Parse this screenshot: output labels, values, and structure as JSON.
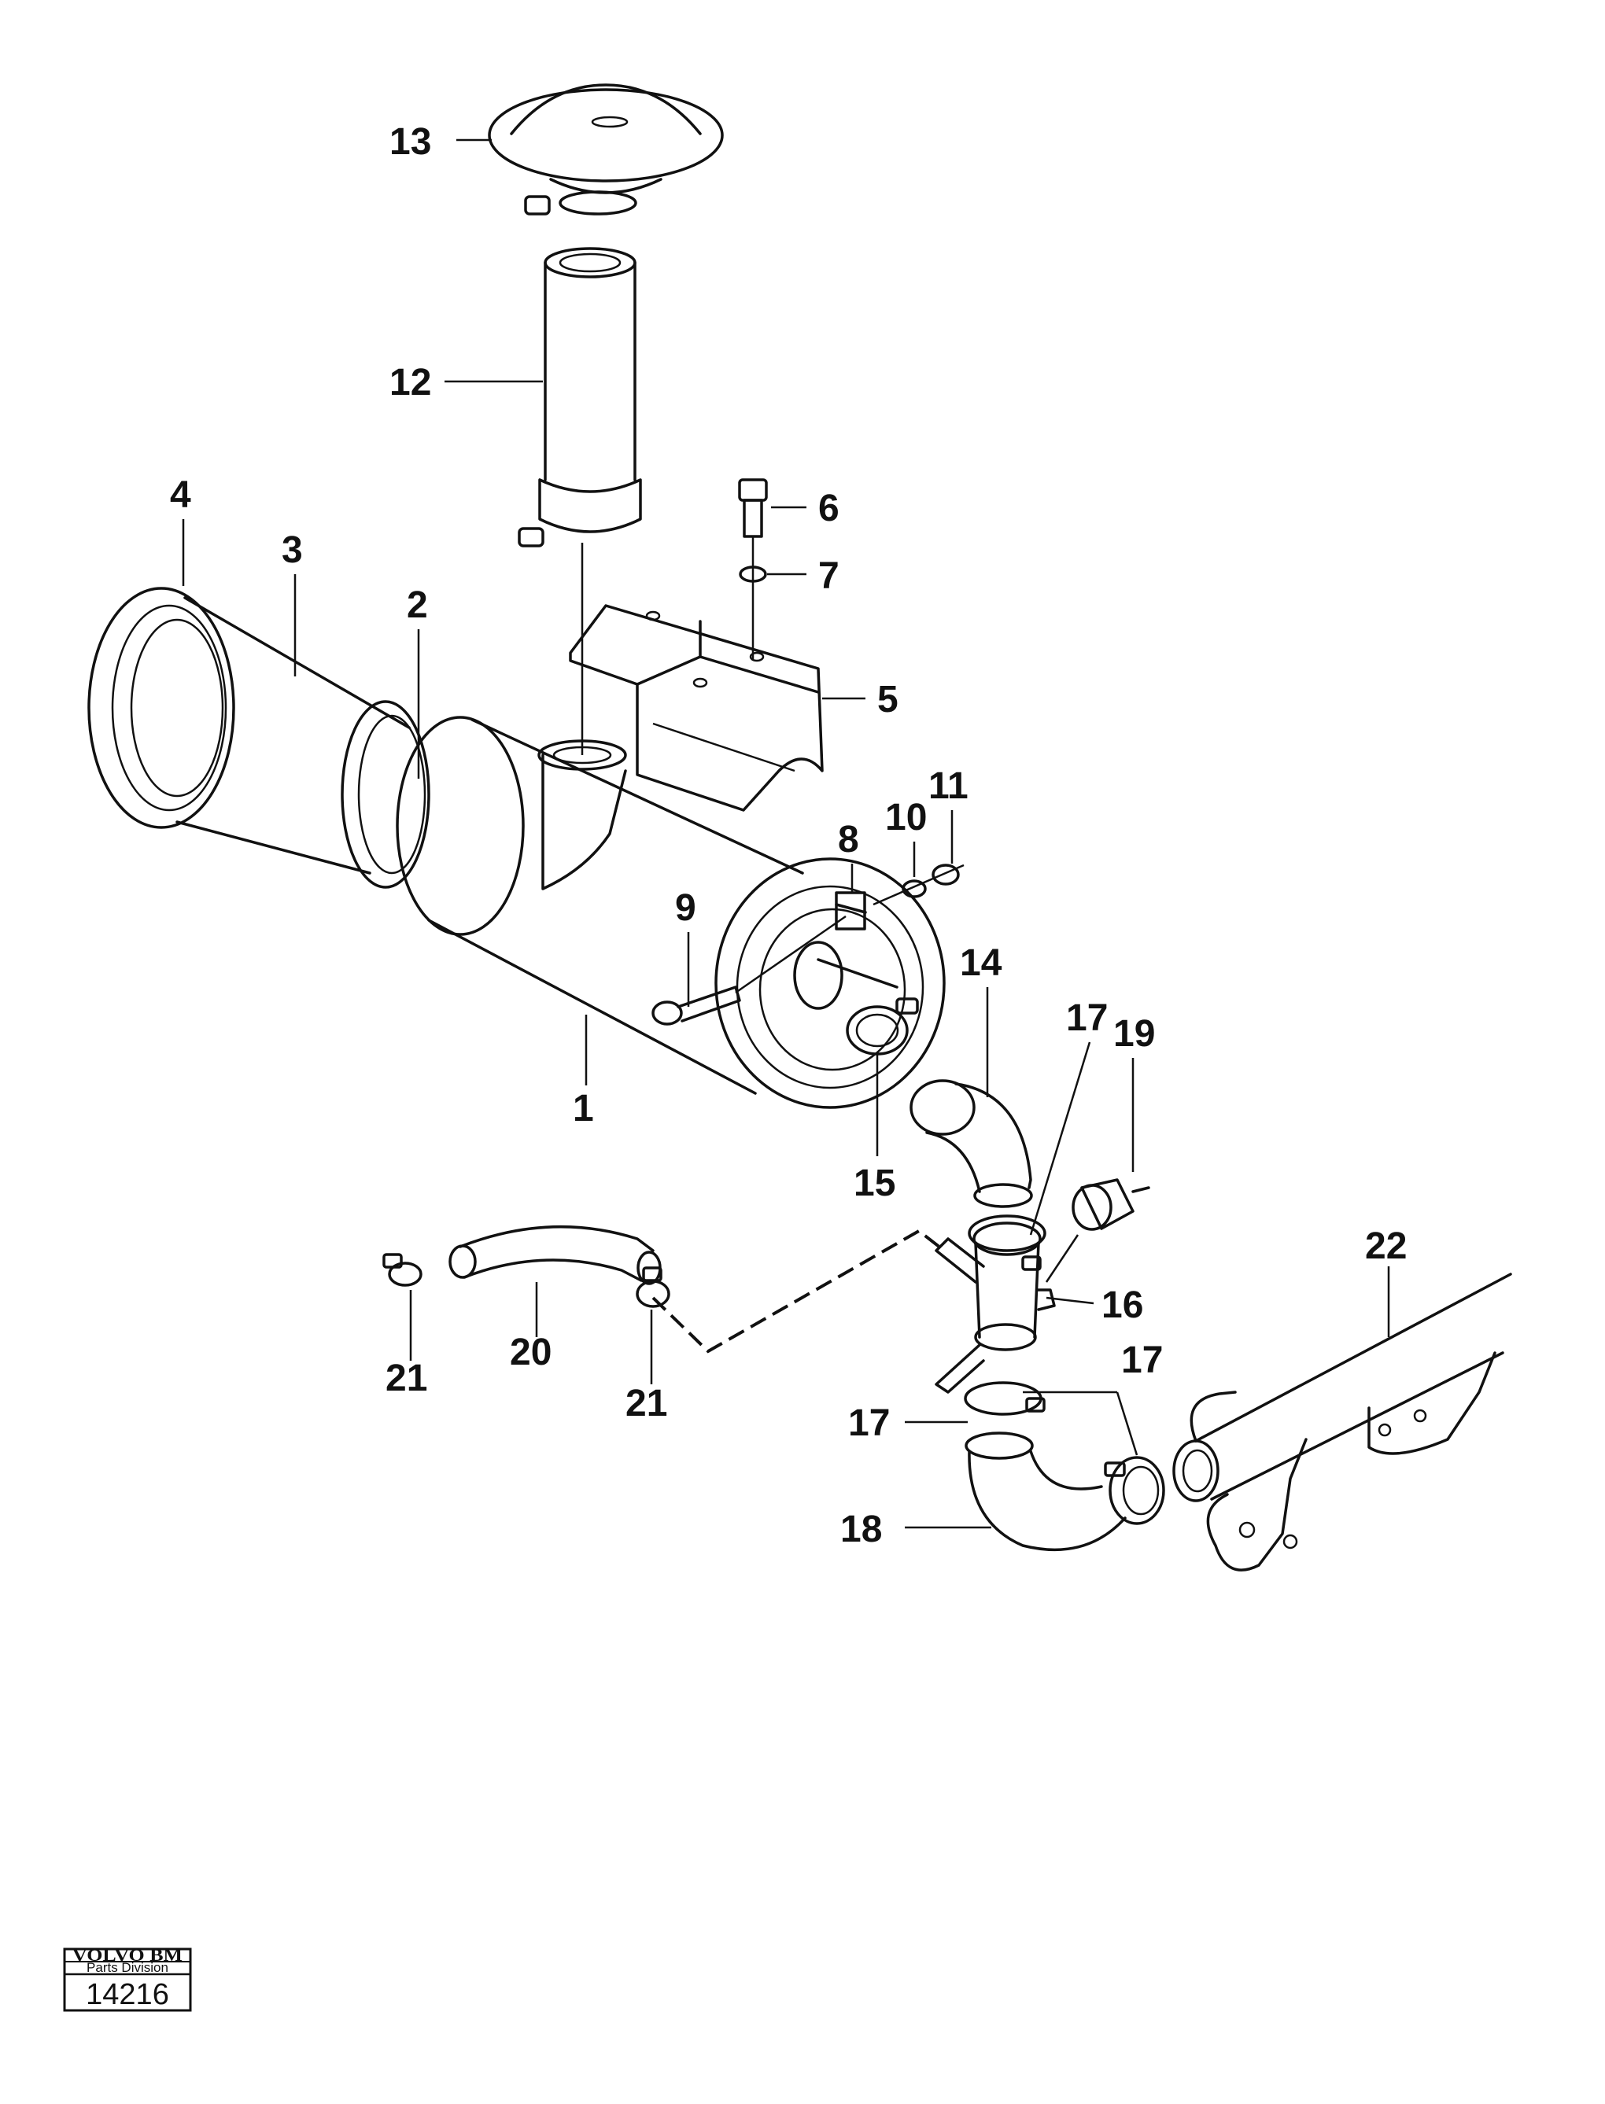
{
  "callouts": {
    "p1": "1",
    "p2": "2",
    "p3": "3",
    "p4": "4",
    "p5": "5",
    "p6": "6",
    "p7": "7",
    "p8": "8",
    "p9": "9",
    "p10": "10",
    "p11": "11",
    "p12": "12",
    "p13": "13",
    "p14": "14",
    "p15": "15",
    "p16": "16",
    "p17a": "17",
    "p17b": "17",
    "p17c": "17",
    "p18": "18",
    "p19": "19",
    "p20": "20",
    "p21a": "21",
    "p21b": "21",
    "p22": "22"
  },
  "stamp": {
    "brand": "VOLVO BM",
    "division": "Parts Division",
    "number": "14216"
  }
}
